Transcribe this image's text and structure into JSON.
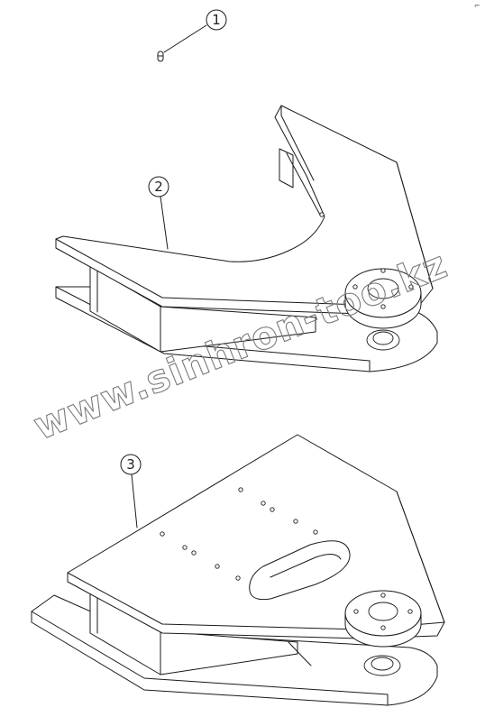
{
  "callouts": [
    {
      "id": "part-1",
      "label": "1"
    },
    {
      "id": "part-2",
      "label": "2"
    },
    {
      "id": "part-3",
      "label": "3"
    }
  ],
  "watermark": "www.sinhron-too.kz",
  "corner_mark": "⌐"
}
